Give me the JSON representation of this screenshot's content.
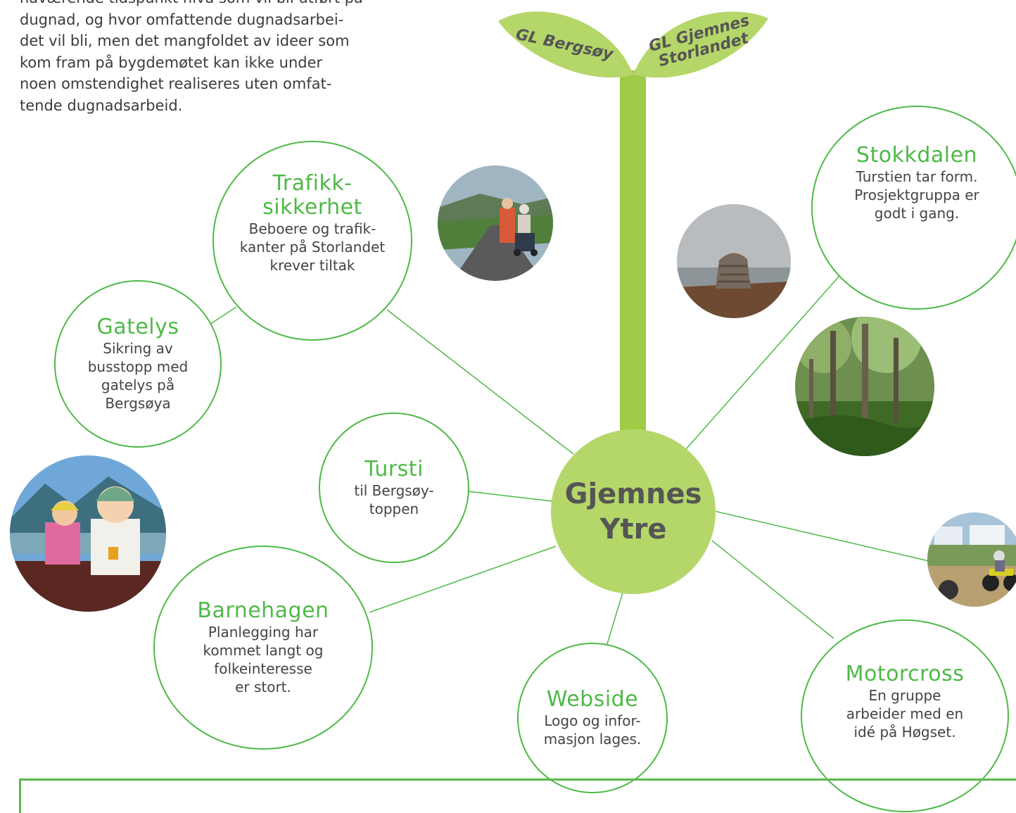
{
  "intro_text": "nåværende tidspunkt nivå som vil bli utført på\ndugnad, og hvor omfattende dugnadsarbei-\ndet vil bli, men det mangfoldet av ideer som\nkom fram på bygdemøtet kan ikke under\nnoen omstendighet realiseres uten omfat-\ntende dugnadsarbeid.",
  "hub": {
    "line1": "Gjemnes",
    "line2": "Ytre"
  },
  "leaves": {
    "left": "GL Bergsøy",
    "right": "GL Gjemnes\nStorlandet"
  },
  "bubbles": {
    "trafikk": {
      "title": "Trafikk-\nsikkerhet",
      "desc": "Beboere og trafik-\nkanter på Storlandet\nkrever tiltak"
    },
    "gatelys": {
      "title": "Gatelys",
      "desc": "Sikring av\nbusstopp med\ngatelys på\nBergsøya"
    },
    "tursti": {
      "title": "Tursti",
      "desc": "til Bergsøy-\ntoppen"
    },
    "barnehagen": {
      "title": "Barnehagen",
      "desc": "Planlegging har\nkommet langt og\nfolkeinteresse\ner stort."
    },
    "webside": {
      "title": "Webside",
      "desc": "Logo og infor-\nmasjon lages."
    },
    "stokkdalen": {
      "title": "Stokkdalen",
      "desc": "Turstien tar form.\nProsjektgruppa er\ngodt i gang."
    },
    "motorcross": {
      "title": "Motorcross",
      "desc": "En gruppe\narbeider med en\nidé på Høgset."
    }
  },
  "colors": {
    "accent_green": "#4fb947",
    "hub_green": "#b5d76a",
    "stem_green": "#9fcb47",
    "text": "#444444"
  }
}
